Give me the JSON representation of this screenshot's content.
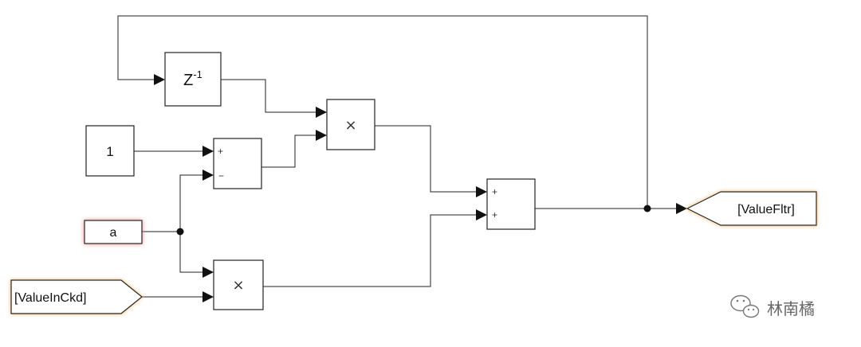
{
  "blocks": {
    "unit_delay": {
      "base": "Z",
      "exponent": "-1"
    },
    "constant_one": {
      "value": "1"
    },
    "constant_a": {
      "value": "a"
    },
    "sum_top": {
      "port1": "+",
      "port2": "−"
    },
    "sum_out": {
      "port1": "+",
      "port2": "+"
    },
    "product_top": {
      "symbol": "×"
    },
    "product_bottom": {
      "symbol": "×"
    },
    "from_input": {
      "tag": "[ValueInCkd]"
    },
    "goto_output": {
      "tag": "[ValueFltr]"
    }
  },
  "watermark": {
    "text": "林南橘"
  },
  "colors": {
    "glow_orange": "#f4b266",
    "glow_red": "#e88a8a",
    "line": "#222222"
  }
}
